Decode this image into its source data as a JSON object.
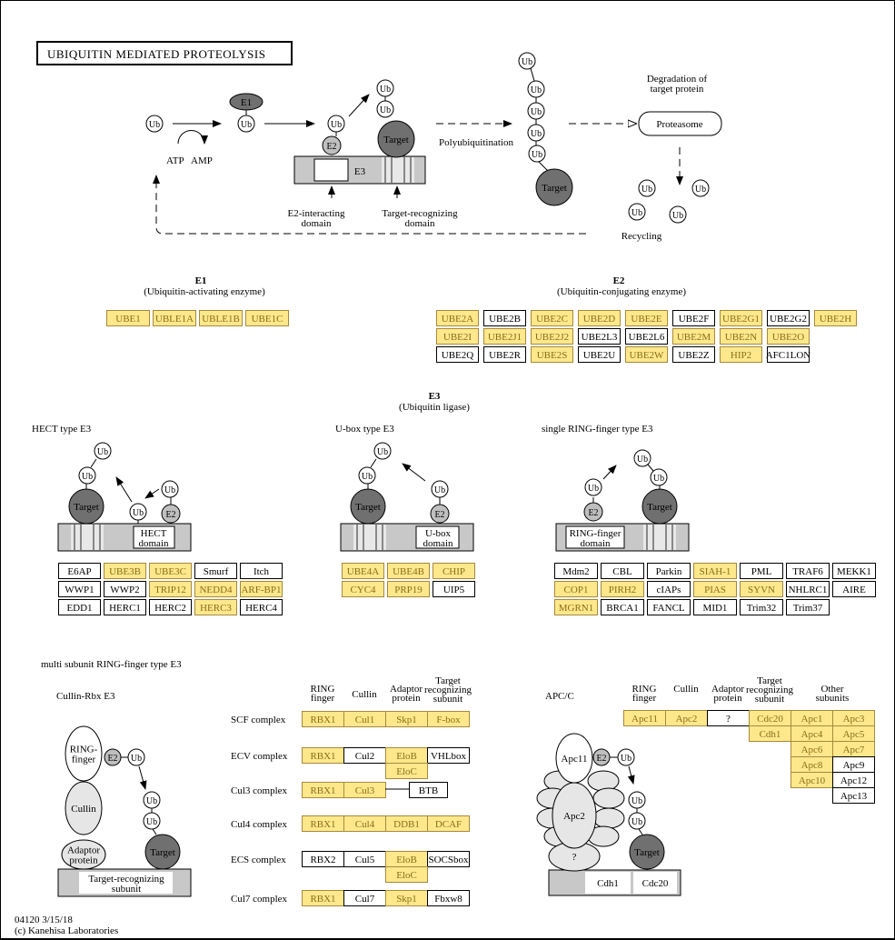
{
  "title": "UBIQUITIN MEDIATED PROTEOLYSIS",
  "footer": {
    "line1": "04120 3/15/18",
    "line2": "(c) Kanehisa Laboratories"
  },
  "colors": {
    "highlight_fill": "#ffe88c",
    "highlight_text": "#8a6d1a",
    "target": "#707070",
    "e2": "#bfbfbf",
    "e3_bar": "#c8c8c8",
    "light_oval": "#e6e6e6"
  },
  "overview": {
    "ub": "Ub",
    "e1": "E1",
    "e2": "E2",
    "e3": "E3",
    "target": "Target",
    "atp": "ATP",
    "amp": "AMP",
    "e2_domain": [
      "E2-interacting",
      "domain"
    ],
    "target_domain": [
      "Target-recognizing",
      "domain"
    ],
    "polyub": "Polyubiquitination",
    "degradation": [
      "Degradation of",
      "target protein"
    ],
    "proteasome": "Proteasome",
    "recycling": "Recycling"
  },
  "e1": {
    "heading": "E1",
    "subheading": "(Ubiquitin-activating enzyme)",
    "genes": [
      {
        "name": "UBE1",
        "hl": true
      },
      {
        "name": "UBLE1A",
        "hl": true
      },
      {
        "name": "UBLE1B",
        "hl": true
      },
      {
        "name": "UBE1C",
        "hl": true
      }
    ]
  },
  "e2": {
    "heading": "E2",
    "subheading": "(Ubiquitin-conjugating enzyme)",
    "rows": [
      [
        {
          "name": "UBE2A",
          "hl": true
        },
        {
          "name": "UBE2B",
          "hl": false
        },
        {
          "name": "UBE2C",
          "hl": true
        },
        {
          "name": "UBE2D",
          "hl": true
        },
        {
          "name": "UBE2E",
          "hl": true
        },
        {
          "name": "UBE2F",
          "hl": false
        },
        {
          "name": "UBE2G1",
          "hl": true
        },
        {
          "name": "UBE2G2",
          "hl": false
        },
        {
          "name": "UBE2H",
          "hl": true
        }
      ],
      [
        {
          "name": "UBE2I",
          "hl": true
        },
        {
          "name": "UBE2J1",
          "hl": true
        },
        {
          "name": "UBE2J2",
          "hl": true
        },
        {
          "name": "UBE2L3",
          "hl": false
        },
        {
          "name": "UBE2L6",
          "hl": false
        },
        {
          "name": "UBE2M",
          "hl": true
        },
        {
          "name": "UBE2N",
          "hl": true
        },
        {
          "name": "UBE2O",
          "hl": true
        }
      ],
      [
        {
          "name": "UBE2Q",
          "hl": false
        },
        {
          "name": "UBE2R",
          "hl": false
        },
        {
          "name": "UBE2S",
          "hl": true
        },
        {
          "name": "UBE2U",
          "hl": false
        },
        {
          "name": "UBE2W",
          "hl": true
        },
        {
          "name": "UBE2Z",
          "hl": false
        },
        {
          "name": "HIP2",
          "hl": true
        },
        {
          "name": "AFC1LON",
          "hl": false
        }
      ]
    ]
  },
  "e3": {
    "heading": "E3",
    "subheading": "(Ubiquitin ligase)",
    "hect": {
      "label": "HECT type E3",
      "domain": [
        "HECT",
        "domain"
      ],
      "rows": [
        [
          {
            "name": "E6AP",
            "hl": false
          },
          {
            "name": "UBE3B",
            "hl": true
          },
          {
            "name": "UBE3C",
            "hl": true
          },
          {
            "name": "Smurf",
            "hl": false
          },
          {
            "name": "Itch",
            "hl": false
          }
        ],
        [
          {
            "name": "WWP1",
            "hl": false
          },
          {
            "name": "WWP2",
            "hl": false
          },
          {
            "name": "TRIP12",
            "hl": true
          },
          {
            "name": "NEDD4",
            "hl": true
          },
          {
            "name": "ARF-BP1",
            "hl": true
          }
        ],
        [
          {
            "name": "EDD1",
            "hl": false
          },
          {
            "name": "HERC1",
            "hl": false
          },
          {
            "name": "HERC2",
            "hl": false
          },
          {
            "name": "HERC3",
            "hl": true
          },
          {
            "name": "HERC4",
            "hl": false
          }
        ]
      ]
    },
    "ubox": {
      "label": "U-box type E3",
      "domain": [
        "U-box",
        "domain"
      ],
      "rows": [
        [
          {
            "name": "UBE4A",
            "hl": true
          },
          {
            "name": "UBE4B",
            "hl": true
          },
          {
            "name": "CHIP",
            "hl": true
          }
        ],
        [
          {
            "name": "CYC4",
            "hl": true
          },
          {
            "name": "PRP19",
            "hl": true
          },
          {
            "name": "UIP5",
            "hl": false
          }
        ]
      ]
    },
    "ring": {
      "label": "single RING-finger type E3",
      "domain": [
        "RING-finger",
        "domain"
      ],
      "rows": [
        [
          {
            "name": "Mdm2",
            "hl": false
          },
          {
            "name": "CBL",
            "hl": false
          },
          {
            "name": "Parkin",
            "hl": false
          },
          {
            "name": "SIAH-1",
            "hl": true
          },
          {
            "name": "PML",
            "hl": false
          },
          {
            "name": "TRAF6",
            "hl": false
          },
          {
            "name": "MEKK1",
            "hl": false
          }
        ],
        [
          {
            "name": "COP1",
            "hl": true
          },
          {
            "name": "PIRH2",
            "hl": true
          },
          {
            "name": "cIAPs",
            "hl": false
          },
          {
            "name": "PIAS",
            "hl": true
          },
          {
            "name": "SYVN",
            "hl": true
          },
          {
            "name": "NHLRC1",
            "hl": false
          },
          {
            "name": "AIRE",
            "hl": false
          }
        ],
        [
          {
            "name": "MGRN1",
            "hl": true
          },
          {
            "name": "BRCA1",
            "hl": false
          },
          {
            "name": "FANCL",
            "hl": false
          },
          {
            "name": "MID1",
            "hl": false
          },
          {
            "name": "Trim32",
            "hl": false
          },
          {
            "name": "Trim37",
            "hl": false
          }
        ]
      ]
    },
    "multi": {
      "label": "multi subunit RING-finger type E3",
      "cullin_rbx": {
        "label": "Cullin-Rbx E3",
        "ring_finger": [
          "RING-",
          "finger"
        ],
        "cullin": "Cullin",
        "adaptor": [
          "Adaptor",
          "protein"
        ],
        "subunit": [
          "Target-recognizing",
          "subunit"
        ]
      },
      "columns": [
        [
          "RING",
          "finger"
        ],
        [
          "Cullin"
        ],
        [
          "Adaptor",
          "protein"
        ],
        [
          "Target",
          "recognizing",
          "subunit"
        ]
      ],
      "complexes": [
        {
          "name": "SCF complex",
          "cells": [
            {
              "name": "RBX1",
              "hl": true
            },
            {
              "name": "Cul1",
              "hl": true
            },
            {
              "name": "Skp1",
              "hl": true
            },
            {
              "name": "F-box",
              "hl": true
            }
          ]
        },
        {
          "name": "ECV complex",
          "cells": [
            {
              "name": "RBX1",
              "hl": true
            },
            {
              "name": "Cul2",
              "hl": false
            },
            {
              "name": "EloB",
              "hl": true
            },
            {
              "name": "VHLbox",
              "hl": false
            }
          ],
          "extra": {
            "name": "EloC",
            "hl": true
          }
        },
        {
          "name": "Cul3 complex",
          "cells": [
            {
              "name": "RBX1",
              "hl": true
            },
            {
              "name": "Cul3",
              "hl": true
            }
          ],
          "linked": {
            "name": "BTB",
            "hl": false
          }
        },
        {
          "name": "Cul4 complex",
          "cells": [
            {
              "name": "RBX1",
              "hl": true
            },
            {
              "name": "Cul4",
              "hl": true
            },
            {
              "name": "DDB1",
              "hl": true
            },
            {
              "name": "DCAF",
              "hl": true
            }
          ]
        },
        {
          "name": "ECS complex",
          "cells": [
            {
              "name": "RBX2",
              "hl": false
            },
            {
              "name": "Cul5",
              "hl": false
            },
            {
              "name": "EloB",
              "hl": true
            },
            {
              "name": "SOCSbox",
              "hl": false
            }
          ],
          "extra": {
            "name": "EloC",
            "hl": true
          }
        },
        {
          "name": "Cul7 complex",
          "cells": [
            {
              "name": "RBX1",
              "hl": true
            },
            {
              "name": "Cul7",
              "hl": false
            },
            {
              "name": "Skp1",
              "hl": true
            },
            {
              "name": "Fbxw8",
              "hl": false
            }
          ]
        }
      ],
      "apc": {
        "label": "APC/C",
        "columns": [
          [
            "RING",
            "finger"
          ],
          [
            "Cullin"
          ],
          [
            "Adaptor",
            "protein"
          ],
          [
            "Target",
            "recognizing",
            "subunit"
          ],
          [
            "Other",
            "subunits"
          ]
        ],
        "row1": [
          {
            "name": "Apc11",
            "hl": true
          },
          {
            "name": "Apc2",
            "hl": true
          },
          {
            "name": "?",
            "hl": false
          },
          {
            "name": "Cdc20",
            "hl": true
          },
          {
            "name": "Apc1",
            "hl": true
          },
          {
            "name": "Apc3",
            "hl": true
          }
        ],
        "target_extra": [
          {
            "name": "Cdh1",
            "hl": true
          }
        ],
        "other_rows": [
          [
            {
              "name": "Apc4",
              "hl": true
            },
            {
              "name": "Apc5",
              "hl": true
            }
          ],
          [
            {
              "name": "Apc6",
              "hl": true
            },
            {
              "name": "Apc7",
              "hl": true
            }
          ],
          [
            {
              "name": "Apc8",
              "hl": true
            },
            {
              "name": "Apc9",
              "hl": false
            }
          ],
          [
            {
              "name": "Apc10",
              "hl": true
            },
            {
              "name": "Apc12",
              "hl": false
            }
          ],
          [
            {
              "name": "Apc13",
              "hl": false
            }
          ]
        ],
        "diagram": {
          "apc11": "Apc11",
          "apc2": "Apc2",
          "unknown": "?",
          "cdh1": "Cdh1",
          "cdc20": "Cdc20"
        }
      }
    }
  }
}
